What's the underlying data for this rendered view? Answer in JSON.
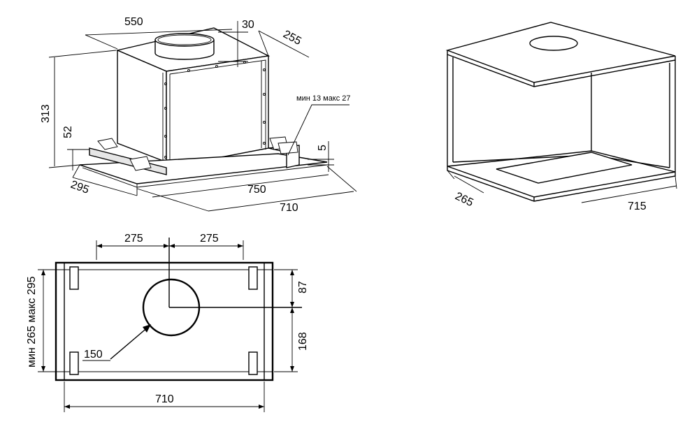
{
  "iso_unit": {
    "dim_width_top": "550",
    "dim_collar_height": "30",
    "dim_depth_top": "255",
    "dim_total_height": "313",
    "dim_tray_height": "52",
    "dim_glass": "5",
    "dim_depth_bottom": "295",
    "dim_width_panel": "750",
    "dim_width_base": "710",
    "callout_mount_range": "мин 13 макс 27"
  },
  "cabinet": {
    "dim_depth": "265",
    "dim_width": "715"
  },
  "plan_view": {
    "dim_left_offset": "275",
    "dim_right_offset": "275",
    "dim_top_to_center": "87",
    "dim_center_to_bottom": "168",
    "dim_depth_range": "мин 265  макс 295",
    "dim_duct_diameter": "150",
    "dim_width": "710"
  },
  "colors": {
    "line": "#000000",
    "background": "#ffffff",
    "shade": "#e6e6e6"
  }
}
